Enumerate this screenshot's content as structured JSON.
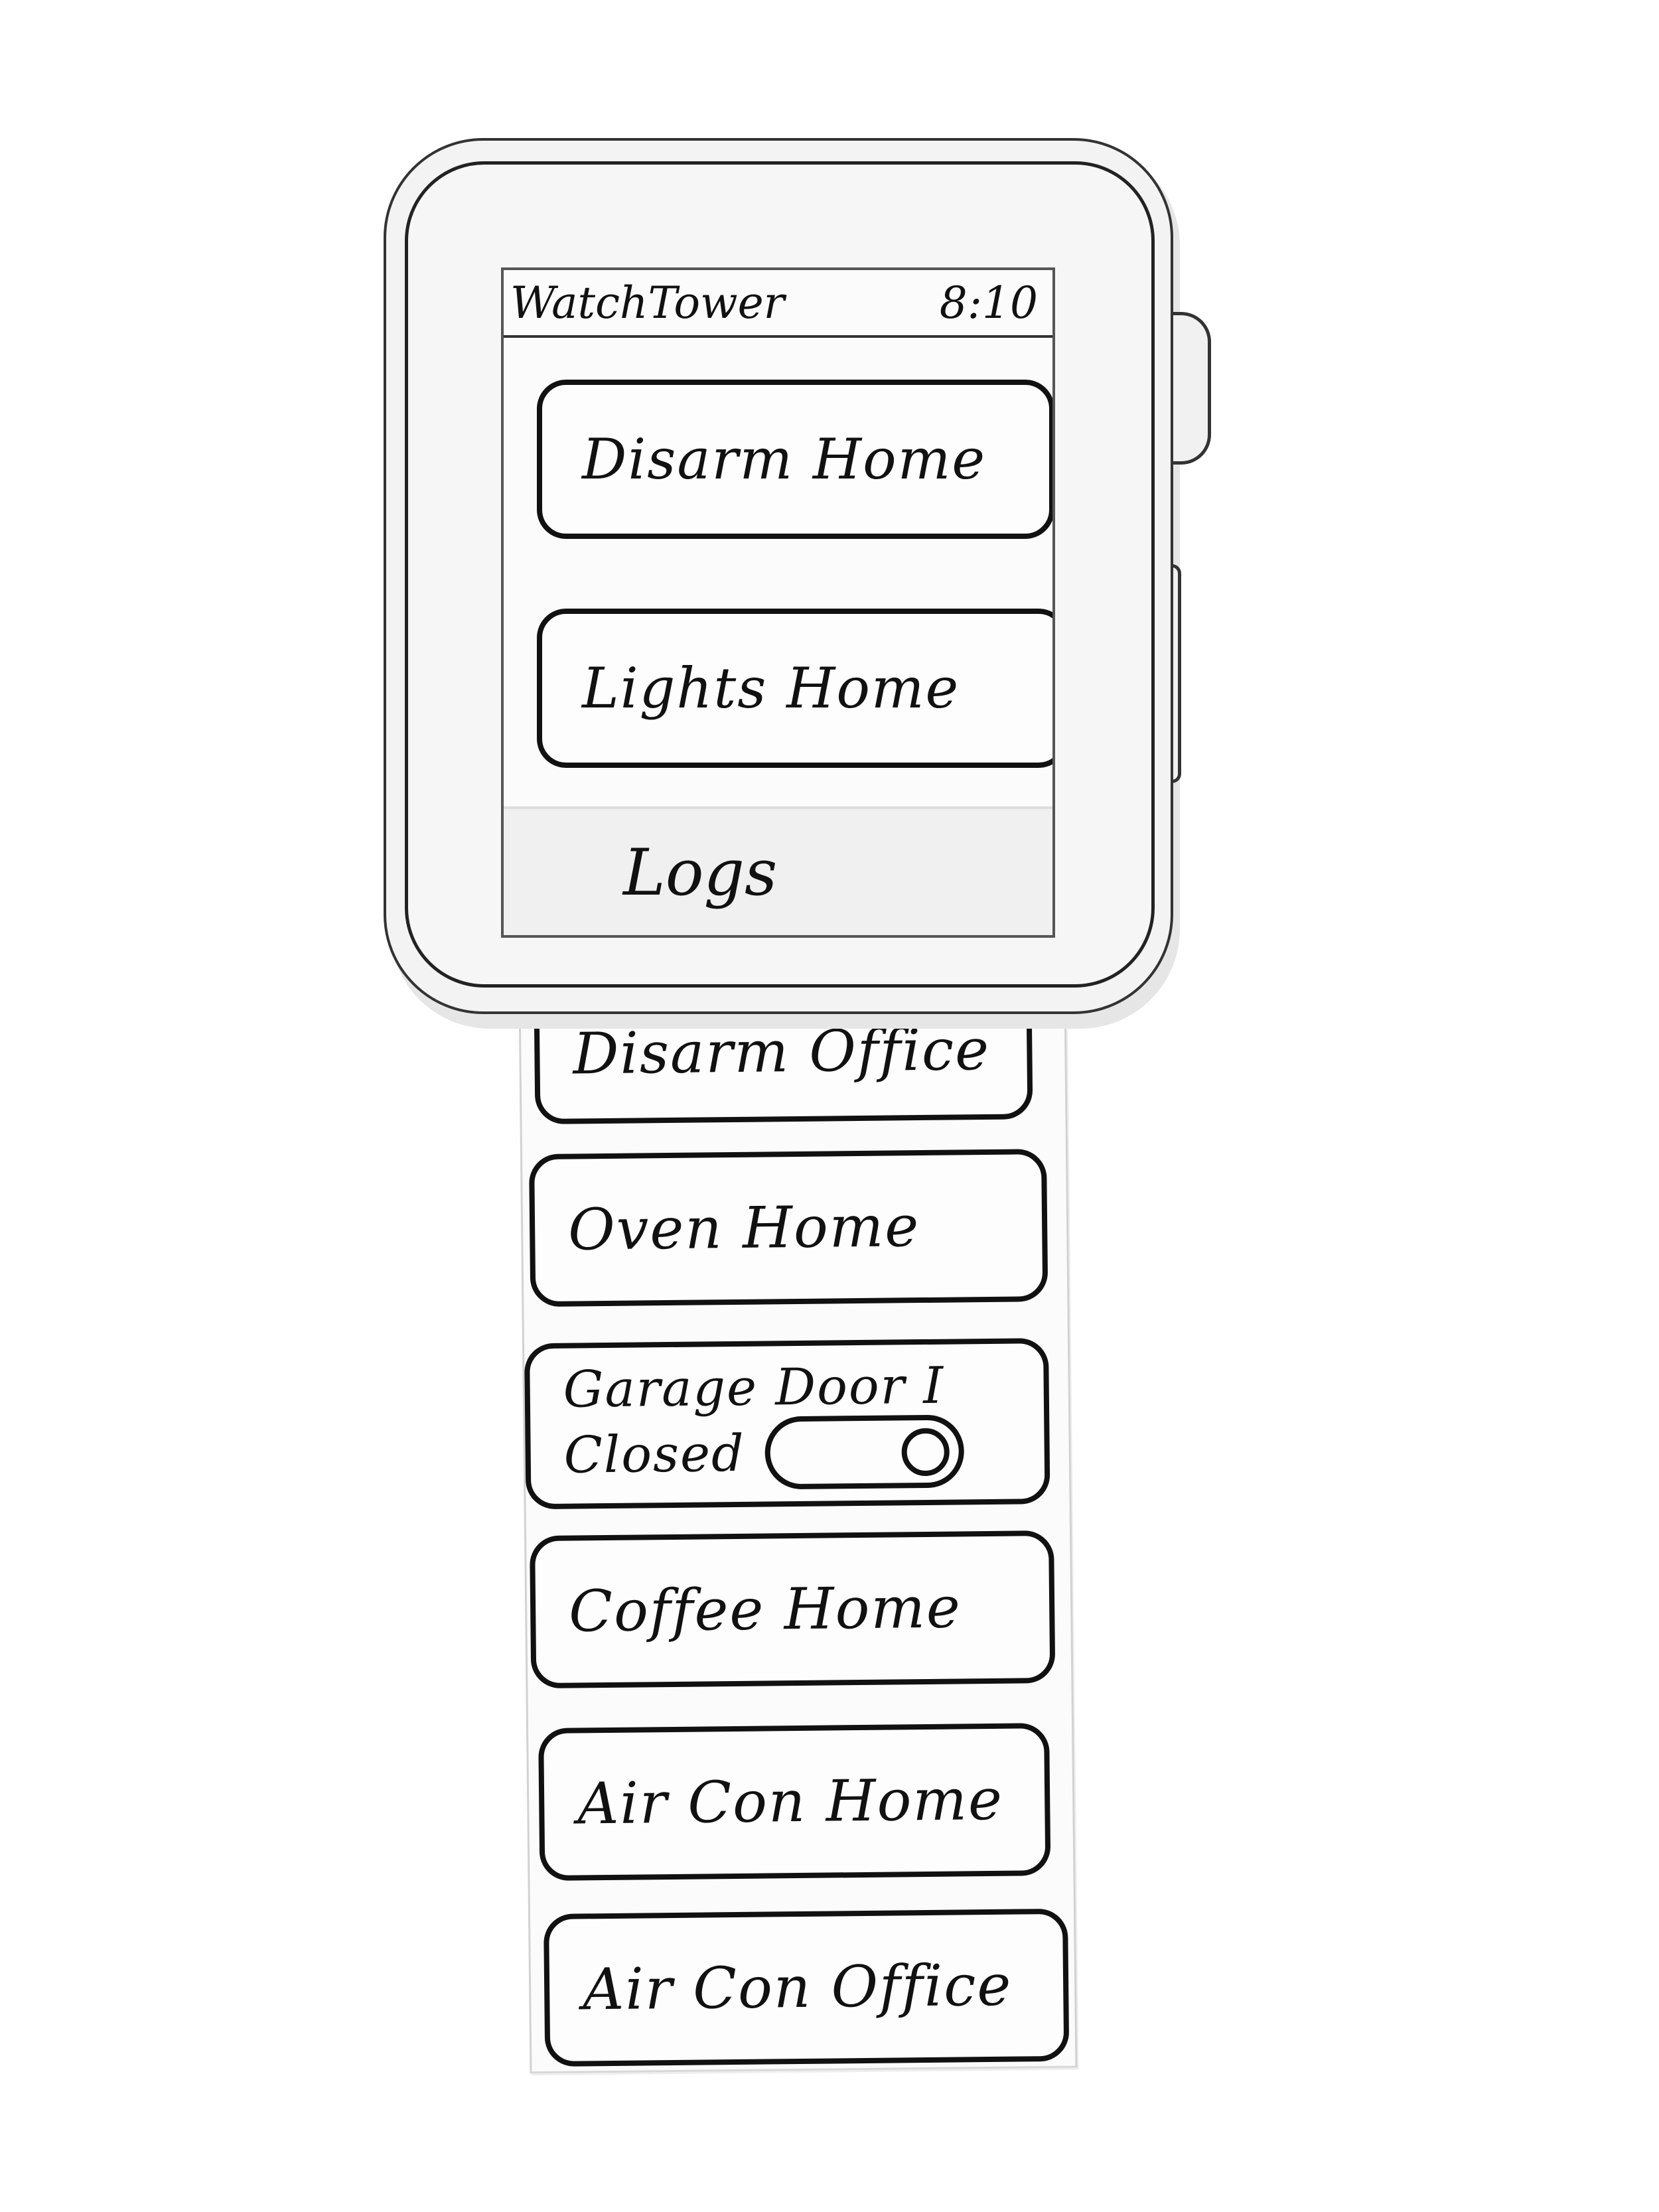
{
  "watch": {
    "app_title": "WatchTower",
    "time": "8:10",
    "screen_items": [
      {
        "label": "Disarm Home"
      },
      {
        "label": "Lights Home"
      }
    ],
    "logs_label": "Logs"
  },
  "strip": {
    "items": [
      {
        "label": "Disarm Office"
      },
      {
        "label": "Oven Home"
      },
      {
        "label": "Garage Door I",
        "status": "Closed"
      },
      {
        "label": "Coffee Home"
      },
      {
        "label": "Air Con Home"
      },
      {
        "label": "Air Con Office"
      }
    ]
  }
}
